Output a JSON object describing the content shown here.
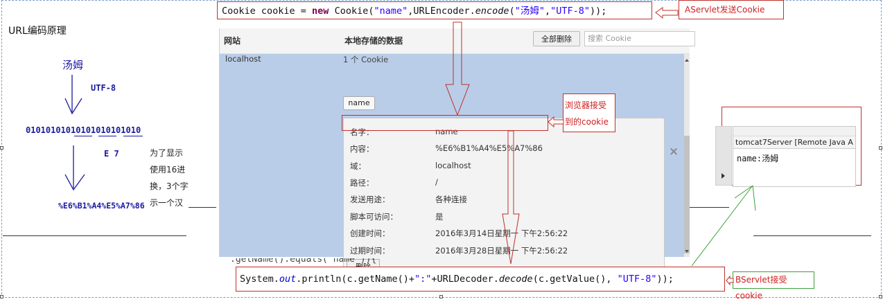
{
  "whiteboard": {
    "title": "URL编码原理",
    "char": "汤姆",
    "encoding": "UTF-8",
    "binary": "01010101010101010101010",
    "hex_hint": "E 7",
    "url_encoded": "%E6%B1%A4%E5%A7%86",
    "note_lines": [
      "为了显示",
      "使用16进",
      "换，3个字",
      "示一个汉"
    ]
  },
  "code_top": {
    "prefix": "Cookie cookie = ",
    "keyword": "new",
    "middle": " Cookie(",
    "arg_name": "\"name\"",
    "comma": ",URLEncoder.",
    "method": "encode",
    "paren": "(",
    "arg_value": "\"汤姆\"",
    "comma2": ",",
    "arg_charset": "\"UTF-8\"",
    "suffix": "));"
  },
  "code_bottom": {
    "partial_line": ".getName().equals(\"name\")){",
    "p1": "System.",
    "field": "out",
    "p2": ".println(c.getName()+",
    "sep": "\":\"",
    "p3": "+URLDecoder.",
    "method": "decode",
    "p4": "(c.getValue(), ",
    "charset": "\"UTF-8\"",
    "p5": "));"
  },
  "notes": {
    "a_servlet": "AServlet发送Cookie",
    "browser_received_line1": "浏览器接受",
    "browser_received_line2": "到的cookie",
    "b_servlet": "BServlet接受cookie"
  },
  "cookie_dialog": {
    "col_site": "网站",
    "col_data": "本地存储的数据",
    "delete_all_button": "全部删除",
    "search_placeholder": "搜索 Cookie",
    "site": "localhost",
    "cookie_count": "1 个 Cookie",
    "cookie_chip": "name",
    "close_symbol": "×",
    "rows": [
      {
        "label": "名字：",
        "value": "name"
      },
      {
        "label": "内容：",
        "value": "%E6%B1%A4%E5%A7%86"
      },
      {
        "label": "域：",
        "value": "localhost"
      },
      {
        "label": "路径：",
        "value": "/"
      },
      {
        "label": "发送用途：",
        "value": "各种连接"
      },
      {
        "label": "脚本可访问：",
        "value": "是"
      },
      {
        "label": "创建时间：",
        "value": "2016年3月14日星期一 下午2:56:22"
      },
      {
        "label": "过期时间：",
        "value": "2016年3月28日星期一 下午2:56:22"
      }
    ],
    "delete_button": "删除"
  },
  "console": {
    "tab_title": "tomcat7Server [Remote Java A",
    "output": "name:汤姆"
  },
  "colors": {
    "annotation_red": "#c0302a",
    "annotation_green": "#3aa03a",
    "selection_blue": "#b9cde8",
    "diagram_blue": "#1a1aa0"
  }
}
